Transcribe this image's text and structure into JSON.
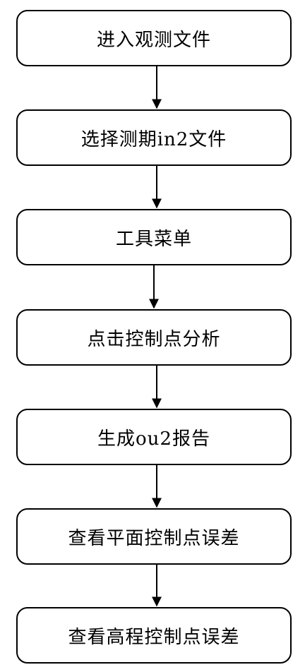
{
  "flowchart": {
    "steps": [
      "进入观测文件",
      "选择测期in2文件",
      "工具菜单",
      "点击控制点分析",
      "生成ou2报告",
      "查看平面控制点误差",
      "查看高程控制点误差"
    ]
  }
}
